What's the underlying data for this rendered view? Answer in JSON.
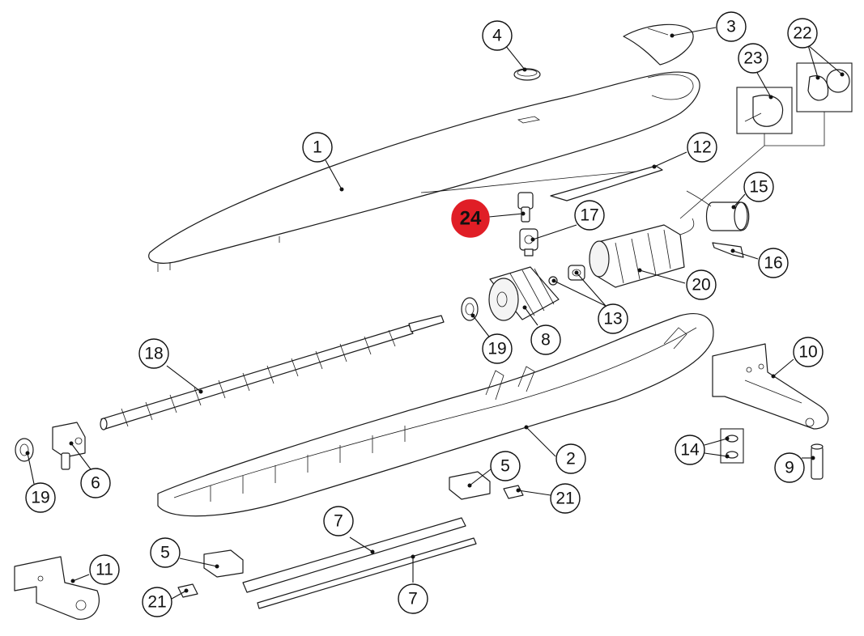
{
  "diagram": {
    "callouts": [
      {
        "id": "c1",
        "label": "1"
      },
      {
        "id": "c2",
        "label": "2"
      },
      {
        "id": "c3",
        "label": "3"
      },
      {
        "id": "c4",
        "label": "4"
      },
      {
        "id": "c5a",
        "label": "5"
      },
      {
        "id": "c5b",
        "label": "5"
      },
      {
        "id": "c6",
        "label": "6"
      },
      {
        "id": "c7a",
        "label": "7"
      },
      {
        "id": "c7b",
        "label": "7"
      },
      {
        "id": "c8",
        "label": "8"
      },
      {
        "id": "c9",
        "label": "9"
      },
      {
        "id": "c10",
        "label": "10"
      },
      {
        "id": "c11",
        "label": "11"
      },
      {
        "id": "c12",
        "label": "12"
      },
      {
        "id": "c13",
        "label": "13"
      },
      {
        "id": "c14",
        "label": "14"
      },
      {
        "id": "c15",
        "label": "15"
      },
      {
        "id": "c16",
        "label": "16"
      },
      {
        "id": "c17",
        "label": "17"
      },
      {
        "id": "c18",
        "label": "18"
      },
      {
        "id": "c19a",
        "label": "19"
      },
      {
        "id": "c19b",
        "label": "19"
      },
      {
        "id": "c20",
        "label": "20"
      },
      {
        "id": "c21a",
        "label": "21"
      },
      {
        "id": "c21b",
        "label": "21"
      },
      {
        "id": "c22",
        "label": "22"
      },
      {
        "id": "c23",
        "label": "23"
      },
      {
        "id": "c24",
        "label": "24"
      }
    ],
    "highlight_label": "24",
    "highlight_color": "#e01e26"
  }
}
